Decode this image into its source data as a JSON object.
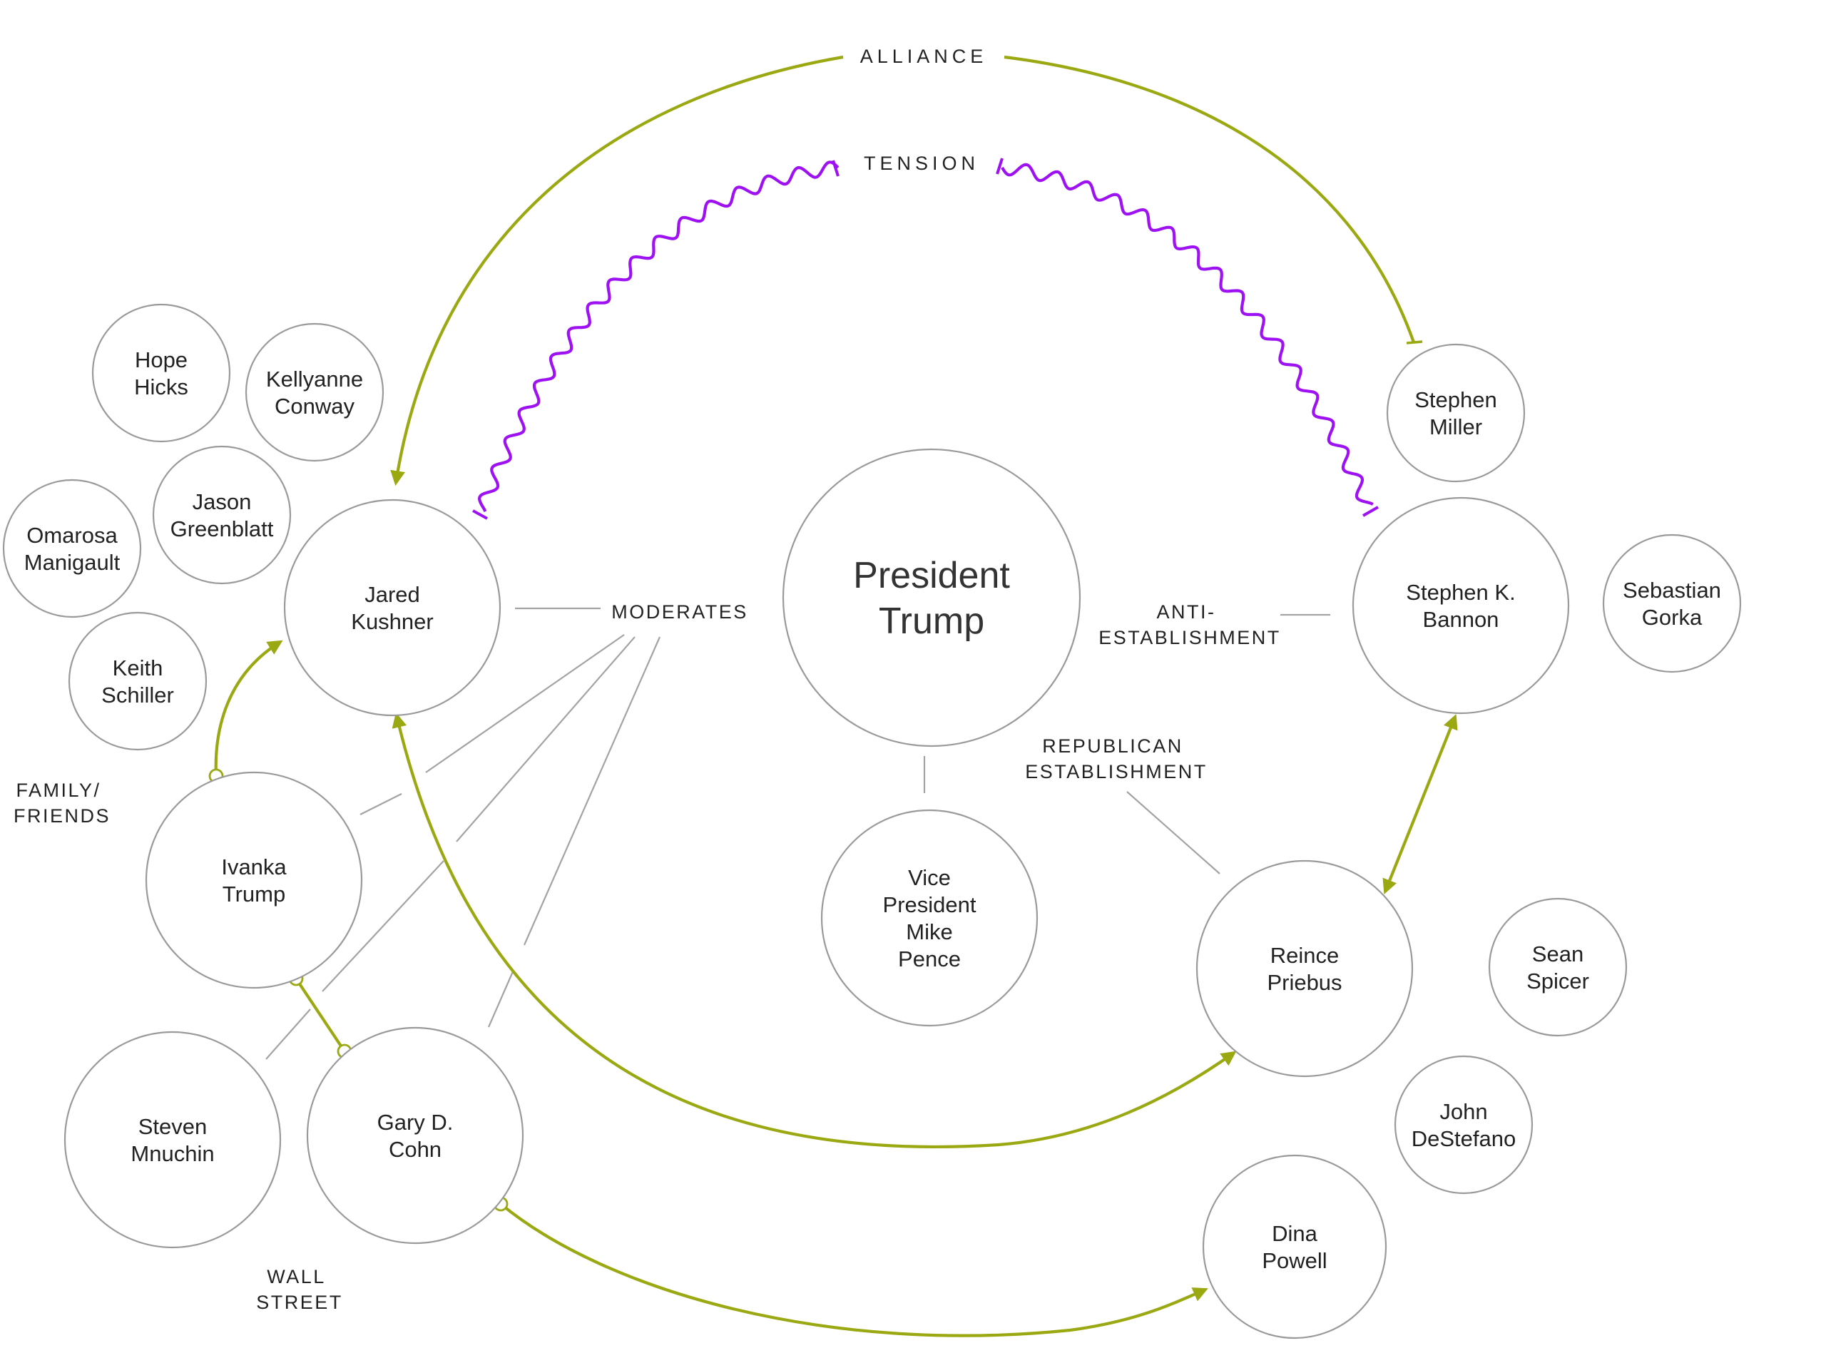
{
  "colors": {
    "alliance": "#9aa812",
    "tension": "#9e11f2",
    "circle_stroke": "#9a9a9a",
    "connector": "#a3a3a3",
    "text": "#222222"
  },
  "labels": {
    "alliance": "ALLIANCE",
    "tension": "TENSION",
    "moderates": "MODERATES",
    "anti_establishment": [
      "ANTI-",
      "ESTABLISHMENT"
    ],
    "republican_establishment": [
      "REPUBLICAN",
      "ESTABLISHMENT"
    ],
    "family_friends": [
      "FAMILY/",
      "FRIENDS"
    ],
    "wall_street": [
      "WALL",
      "STREET"
    ]
  },
  "people": [
    {
      "id": "hope-hicks",
      "lines": [
        "Hope",
        "Hicks"
      ]
    },
    {
      "id": "kellyanne-conway",
      "lines": [
        "Kellyanne",
        "Conway"
      ]
    },
    {
      "id": "jason-greenblatt",
      "lines": [
        "Jason",
        "Greenblatt"
      ]
    },
    {
      "id": "omarosa-manigault",
      "lines": [
        "Omarosa",
        "Manigault"
      ]
    },
    {
      "id": "keith-schiller",
      "lines": [
        "Keith",
        "Schiller"
      ]
    },
    {
      "id": "jared-kushner",
      "lines": [
        "Jared",
        "Kushner"
      ]
    },
    {
      "id": "ivanka-trump",
      "lines": [
        "Ivanka",
        "Trump"
      ]
    },
    {
      "id": "steven-mnuchin",
      "lines": [
        "Steven",
        "Mnuchin"
      ]
    },
    {
      "id": "gary-cohn",
      "lines": [
        "Gary D.",
        "Cohn"
      ]
    },
    {
      "id": "president-trump",
      "lines": [
        "President",
        "Trump"
      ]
    },
    {
      "id": "mike-pence",
      "lines": [
        "Vice",
        "President",
        "Mike",
        "Pence"
      ]
    },
    {
      "id": "stephen-miller",
      "lines": [
        "Stephen",
        "Miller"
      ]
    },
    {
      "id": "stephen-bannon",
      "lines": [
        "Stephen K.",
        "Bannon"
      ]
    },
    {
      "id": "sebastian-gorka",
      "lines": [
        "Sebastian",
        "Gorka"
      ]
    },
    {
      "id": "reince-priebus",
      "lines": [
        "Reince",
        "Priebus"
      ]
    },
    {
      "id": "sean-spicer",
      "lines": [
        "Sean",
        "Spicer"
      ]
    },
    {
      "id": "john-destefano",
      "lines": [
        "John",
        "DeStefano"
      ]
    },
    {
      "id": "dina-powell",
      "lines": [
        "Dina",
        "Powell"
      ]
    }
  ]
}
